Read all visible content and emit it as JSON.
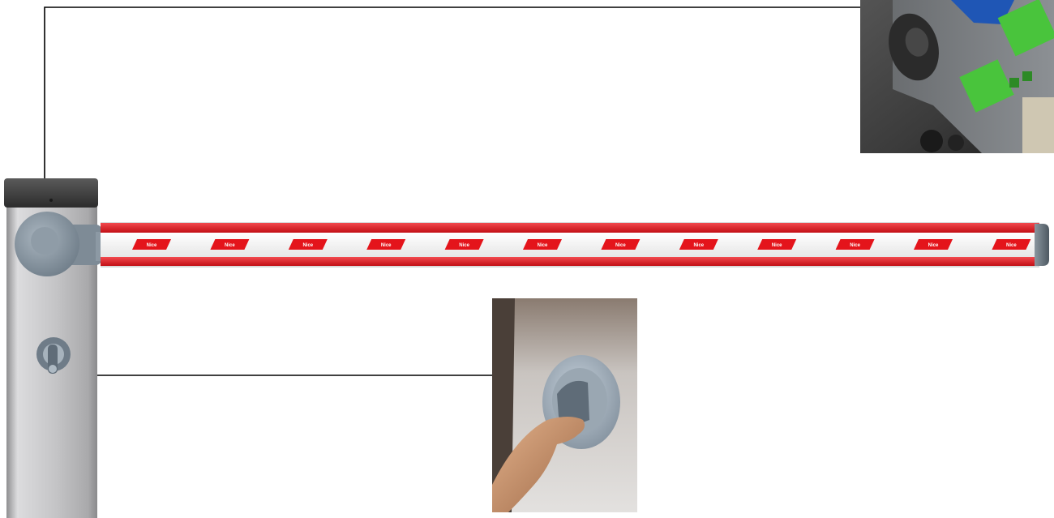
{
  "figure": {
    "subject": "automatic road barrier with detail photos",
    "colors": {
      "beam_red": "#e4141b",
      "beam_white": "#ffffff",
      "post_metal": "#b9b9bb",
      "cap_dark": "#3a3a3a",
      "hub_blue_gray": "#7d8c99",
      "callout_line": "#000000",
      "terminal_green": "#49c43c",
      "board_blue": "#1f56b5"
    }
  },
  "beam": {
    "brand_label": "Nice",
    "label_count": 12
  },
  "insets": {
    "control_unit": {
      "icon": "control-board-photo"
    },
    "manual_release": {
      "icon": "key-release-photo"
    }
  }
}
